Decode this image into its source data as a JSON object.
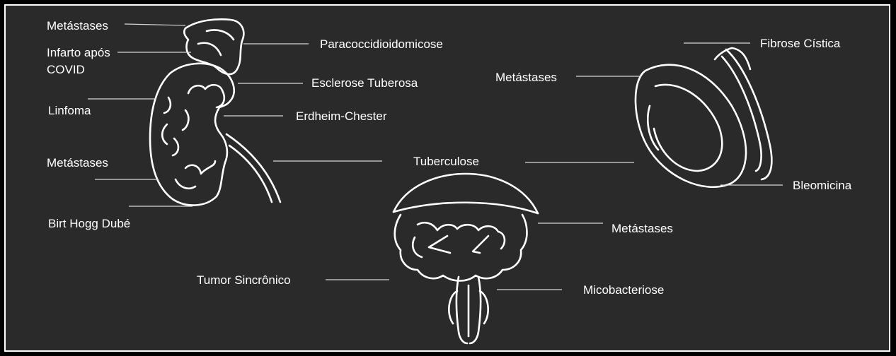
{
  "colors": {
    "background": "#2a2a2a",
    "border": "#ffffff",
    "stroke": "#ffffff",
    "text": "#ffffff"
  },
  "kidney": {
    "labels": {
      "metastases_top": "Metástases",
      "infarction_line1": "Infarto após",
      "infarction_line2": "COVID",
      "lymphoma": "Linfoma",
      "metastases_bottom": "Metástases",
      "birt_hogg_dube": "Birt Hogg Dubé",
      "paracoccidioidomycosis": "Paracoccidioidomicose",
      "tuberous_sclerosis": "Esclerose Tuberosa",
      "erdheim_chester": "Erdheim-Chester"
    }
  },
  "center": {
    "labels": {
      "tuberculosis": "Tuberculose"
    }
  },
  "testis": {
    "labels": {
      "metastases": "Metástases",
      "cystic_fibrosis": "Fibrose Cística",
      "bleomycin": "Bleomicina"
    }
  },
  "prostate": {
    "labels": {
      "metastases": "Metástases",
      "synchronous_tumor": "Tumor Sincrônico",
      "mycobacteriosis": "Micobacteriose"
    }
  }
}
